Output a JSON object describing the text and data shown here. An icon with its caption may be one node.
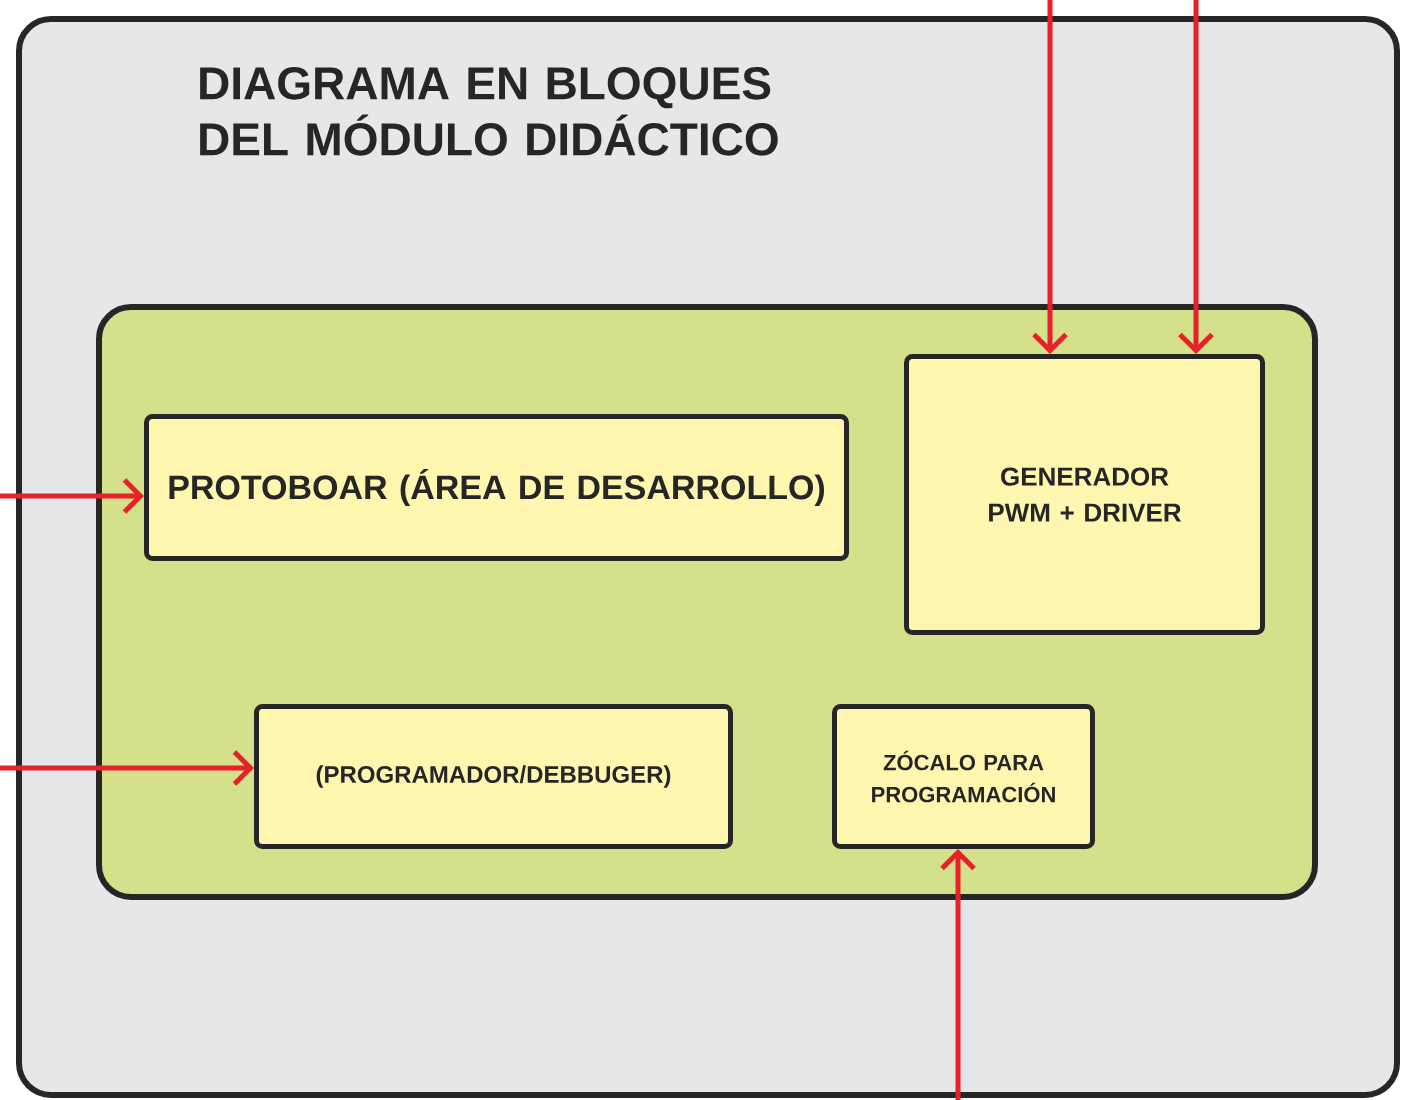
{
  "diagram": {
    "nodes": [
      {
        "text": [
          "DIAGRAMA EN BLOQUES DEL MÓDULO DIDÁCTICO"
        ]
      },
      {
        "text": [],
        "shape": "box",
        "in": 0
      },
      {
        "text": [
          "PROTOBOAR (ÁREA DE DESARROLLO)"
        ],
        "in": 1
      },
      {
        "text": [
          "GENERADOR PWM + DRIVER"
        ],
        "in": 1
      },
      {
        "text": [
          "(PROGRAMADOR/DEBBUGER)"
        ],
        "in": 1
      },
      {
        "text": [
          "ZÓCALO PARA PROGRAMACIÓN"
        ],
        "in": 1
      }
    ],
    "edges": [
      {
        "from": null,
        "to": 2,
        "arrow": "to"
      },
      {
        "from": null,
        "to": 3,
        "arrow": "to"
      },
      {
        "from": null,
        "to": 3,
        "arrow": "to"
      },
      {
        "from": null,
        "to": 4,
        "arrow": "to"
      },
      {
        "from": null,
        "to": 5,
        "arrow": "to"
      }
    ]
  }
}
